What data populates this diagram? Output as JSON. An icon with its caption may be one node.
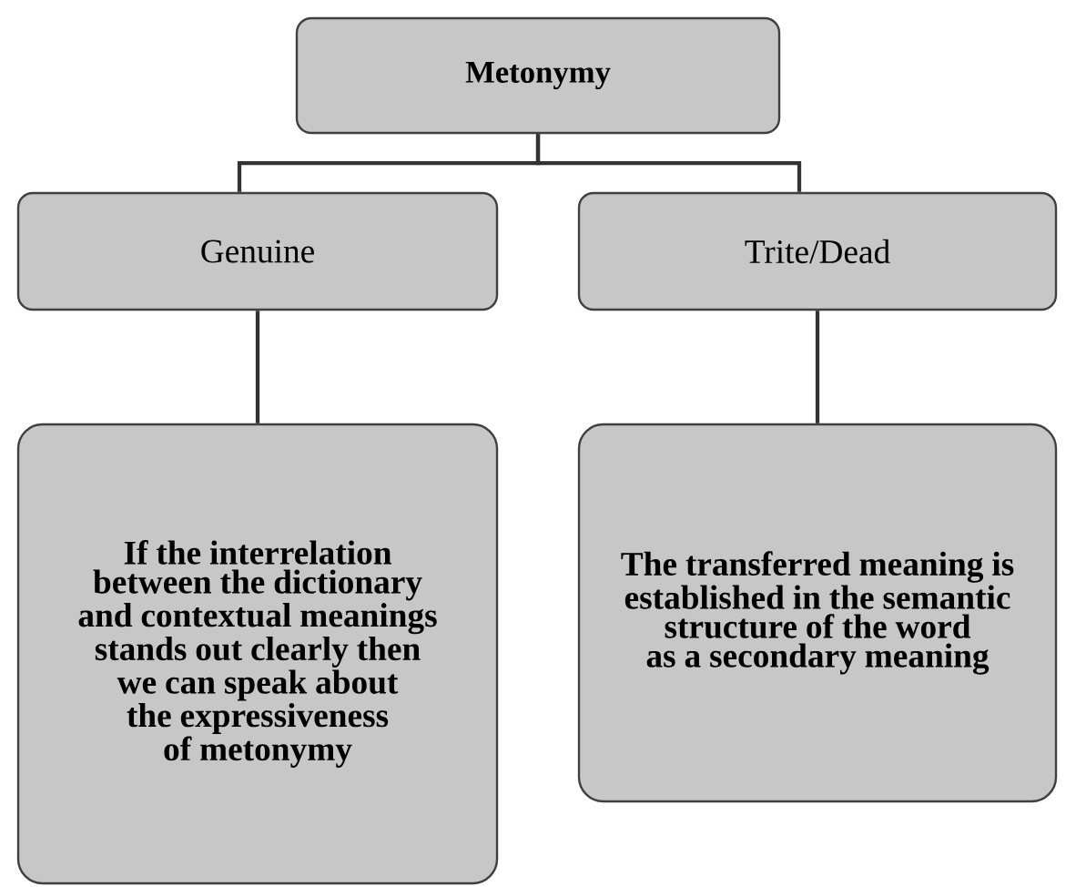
{
  "diagram": {
    "nodes": [
      {
        "text": [
          "Metonymy"
        ]
      },
      {
        "text": [
          "Genuine"
        ]
      },
      {
        "text": [
          "Trite/Dead"
        ]
      },
      {
        "text": [
          "If the interrelation between the dictionary and contextual meanings stands out clearly then we can speak about the expressiveness of metonymy"
        ]
      },
      {
        "text": [
          "The transferred meaning is established in the semantic structure of the word as a secondary meaning"
        ]
      }
    ],
    "edges": [
      {
        "from": 0,
        "to": 1,
        "arrow": "none"
      },
      {
        "from": 0,
        "to": 2,
        "arrow": "none"
      },
      {
        "from": 1,
        "to": 3,
        "arrow": "none"
      },
      {
        "from": 2,
        "to": 4,
        "arrow": "none"
      }
    ]
  }
}
